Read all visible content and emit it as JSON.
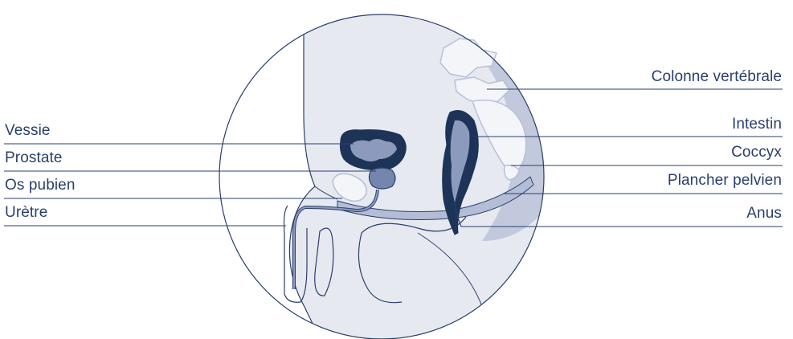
{
  "diagram": {
    "colors": {
      "line": "#2a3f6b",
      "label_text": "#2a3f6b",
      "body_fill": "#e7e9f1",
      "tissue_fill": "#c3c9dd",
      "bone_fill": "#f4f5f9",
      "organ_dark": "#1d3458",
      "organ_light": "#8c9bbd"
    },
    "labels_left": [
      {
        "id": "vessie",
        "text": "Vessie"
      },
      {
        "id": "prostate",
        "text": "Prostate"
      },
      {
        "id": "os-pubien",
        "text": "Os pubien"
      },
      {
        "id": "uretre",
        "text": "Urètre"
      }
    ],
    "labels_right": [
      {
        "id": "colonne-vertebrale",
        "text": "Colonne vertébrale"
      },
      {
        "id": "intestin",
        "text": "Intestin"
      },
      {
        "id": "coccyx",
        "text": "Coccyx"
      },
      {
        "id": "plancher-pelvien",
        "text": "Plancher pelvien"
      },
      {
        "id": "anus",
        "text": "Anus"
      }
    ]
  }
}
